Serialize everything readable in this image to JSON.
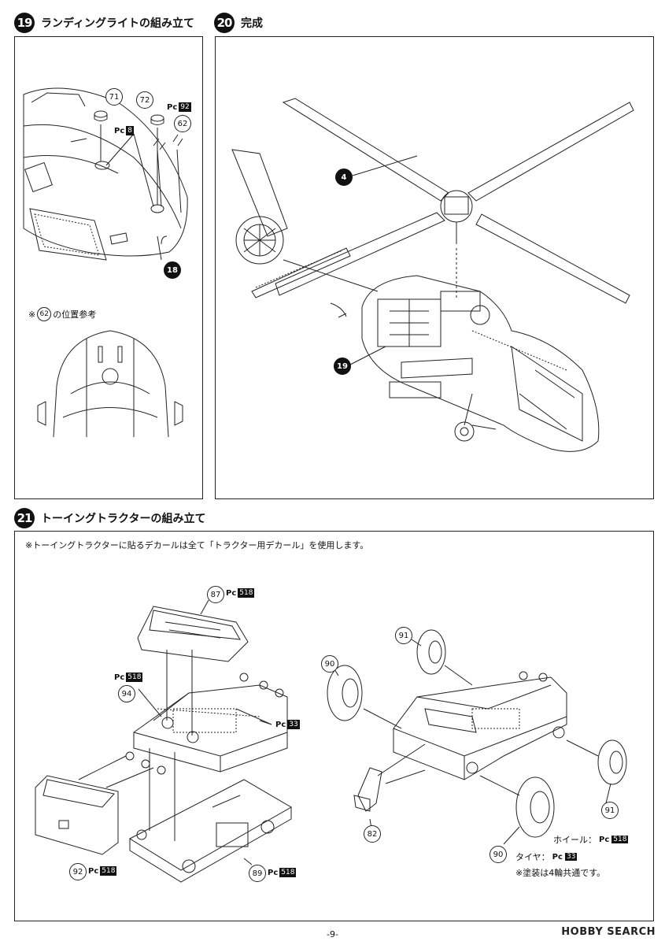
{
  "step19": {
    "number": "19",
    "title": "ランディングライトの組み立て",
    "ref_note": "※",
    "ref_part": "62",
    "ref_text": "の位置参考",
    "parts": [
      "71",
      "72",
      "62",
      "18"
    ],
    "pc_a": "8",
    "pc_b": "92"
  },
  "step20": {
    "number": "20",
    "title": "完成",
    "parts": [
      "4",
      "19"
    ]
  },
  "step21": {
    "number": "21",
    "title": "トーイングトラクターの組み立て",
    "note": "※トーイングトラクターに貼るデカールは全て「トラクター用デカール」を使用します。",
    "parts": [
      "87",
      "94",
      "92",
      "89",
      "91",
      "90",
      "82",
      "91",
      "90"
    ],
    "pc_518": "518",
    "pc_33": "33",
    "wheel_label": "ホイール：",
    "tire_label": "タイヤ：",
    "paint_note": "※塗装は4輪共通です。"
  },
  "pc_prefix": "Pc",
  "footer": {
    "page": "-9-",
    "watermark": "HOBBY SEARCH"
  }
}
